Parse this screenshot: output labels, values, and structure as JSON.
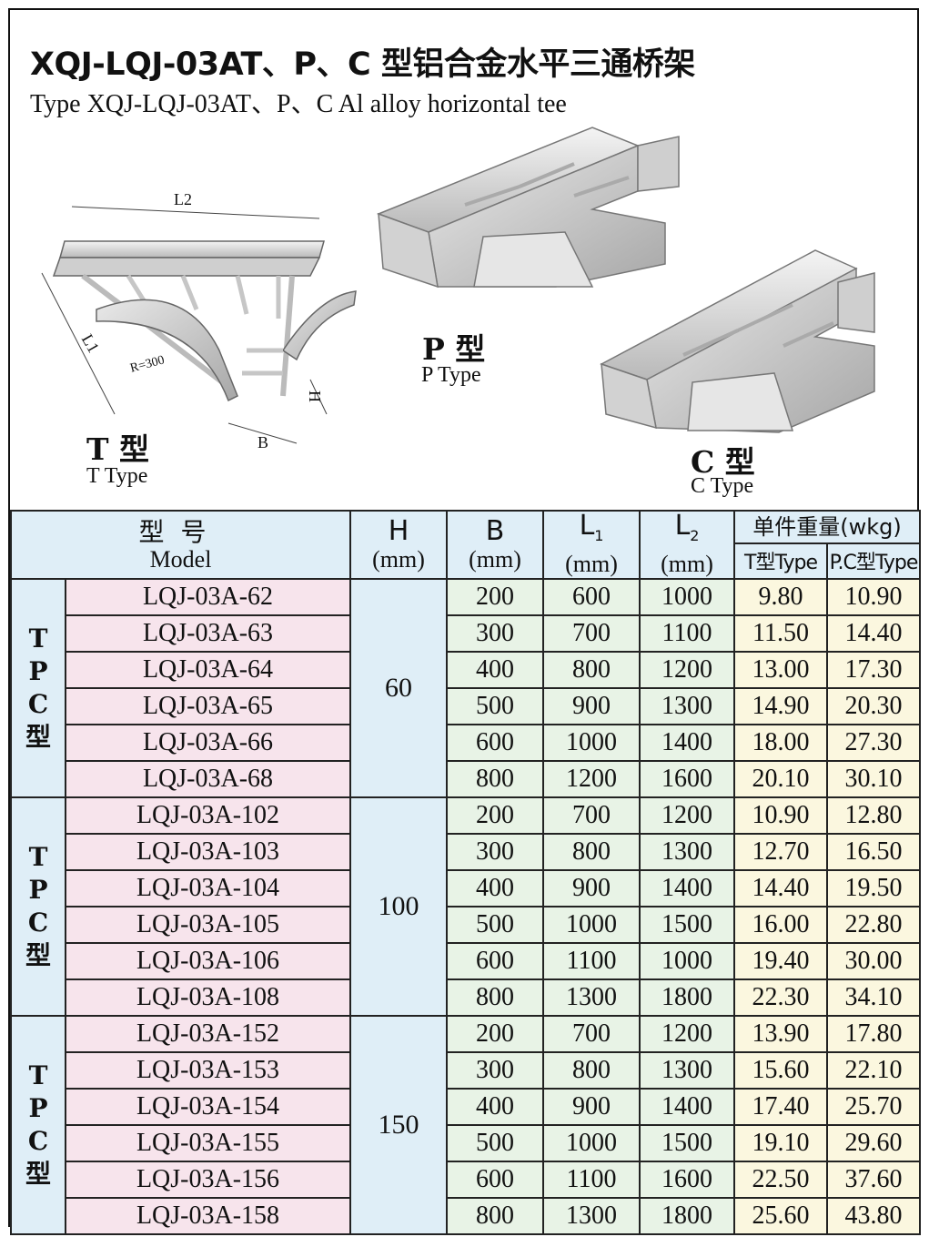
{
  "title_cn": "XQJ-LQJ-03AT、P、C 型铝合金水平三通桥架",
  "title_en": "Type XQJ-LQJ-03AT、P、C  Al alloy horizontal tee",
  "diagram": {
    "dim_l2": "L2",
    "dim_l1": "L1",
    "dim_r": "R=300",
    "dim_h": "H",
    "dim_b": "B",
    "t_cn": "T 型",
    "t_en": "T Type",
    "p_cn": "P 型",
    "p_en": "P Type",
    "c_cn": "C 型",
    "c_en": "C Type"
  },
  "table": {
    "header": {
      "model_cn": "型号",
      "model_en": "Model",
      "h": "H",
      "b": "B",
      "l1": "L",
      "l1_sub": "1",
      "l2": "L",
      "l2_sub": "2",
      "unit": "(mm)",
      "weight": "单件重量(wkg)",
      "weight_t": "T型Type",
      "weight_pc": "P.C型Type"
    },
    "group_labels": [
      "T",
      "P",
      "C",
      "型"
    ],
    "groups": [
      {
        "h": "60",
        "rows": [
          [
            "LQJ-03A-62",
            "200",
            "600",
            "1000",
            "9.80",
            "10.90"
          ],
          [
            "LQJ-03A-63",
            "300",
            "700",
            "1100",
            "11.50",
            "14.40"
          ],
          [
            "LQJ-03A-64",
            "400",
            "800",
            "1200",
            "13.00",
            "17.30"
          ],
          [
            "LQJ-03A-65",
            "500",
            "900",
            "1300",
            "14.90",
            "20.30"
          ],
          [
            "LQJ-03A-66",
            "600",
            "1000",
            "1400",
            "18.00",
            "27.30"
          ],
          [
            "LQJ-03A-68",
            "800",
            "1200",
            "1600",
            "20.10",
            "30.10"
          ]
        ]
      },
      {
        "h": "100",
        "rows": [
          [
            "LQJ-03A-102",
            "200",
            "700",
            "1200",
            "10.90",
            "12.80"
          ],
          [
            "LQJ-03A-103",
            "300",
            "800",
            "1300",
            "12.70",
            "16.50"
          ],
          [
            "LQJ-03A-104",
            "400",
            "900",
            "1400",
            "14.40",
            "19.50"
          ],
          [
            "LQJ-03A-105",
            "500",
            "1000",
            "1500",
            "16.00",
            "22.80"
          ],
          [
            "LQJ-03A-106",
            "600",
            "1100",
            "1000",
            "19.40",
            "30.00"
          ],
          [
            "LQJ-03A-108",
            "800",
            "1300",
            "1800",
            "22.30",
            "34.10"
          ]
        ]
      },
      {
        "h": "150",
        "rows": [
          [
            "LQJ-03A-152",
            "200",
            "700",
            "1200",
            "13.90",
            "17.80"
          ],
          [
            "LQJ-03A-153",
            "300",
            "800",
            "1300",
            "15.60",
            "22.10"
          ],
          [
            "LQJ-03A-154",
            "400",
            "900",
            "1400",
            "17.40",
            "25.70"
          ],
          [
            "LQJ-03A-155",
            "500",
            "1000",
            "1500",
            "19.10",
            "29.60"
          ],
          [
            "LQJ-03A-156",
            "600",
            "1100",
            "1600",
            "22.50",
            "37.60"
          ],
          [
            "LQJ-03A-158",
            "800",
            "1300",
            "1800",
            "25.60",
            "43.80"
          ]
        ]
      }
    ]
  }
}
